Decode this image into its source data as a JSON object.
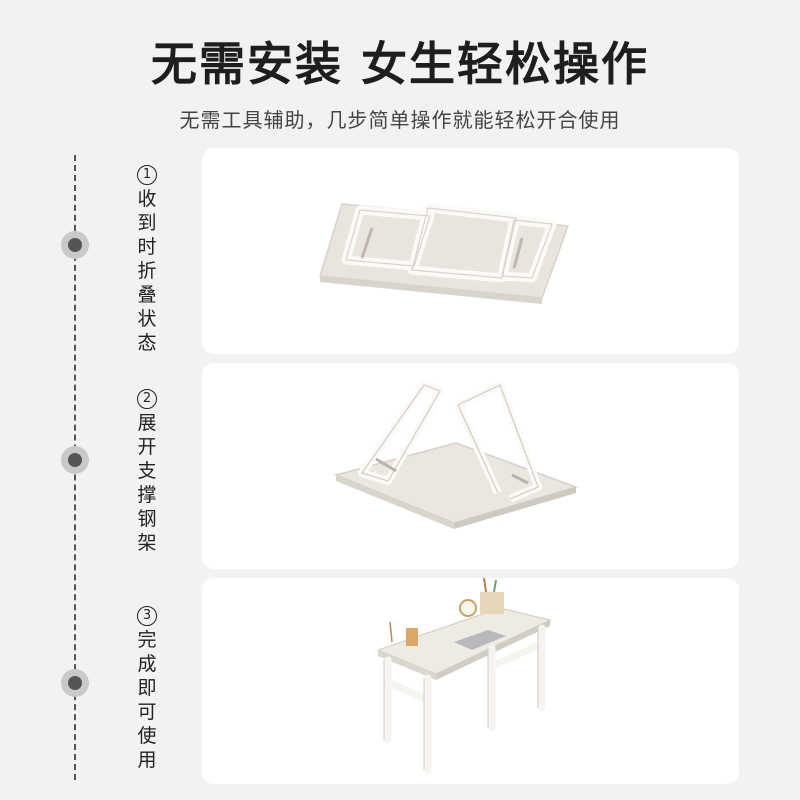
{
  "header": {
    "title": "无需安装 女生轻松操作",
    "subtitle": "无需工具辅助，几步简单操作就能轻松开合使用"
  },
  "steps": [
    {
      "number": "1",
      "text": "收到时折叠状态",
      "illustration": "folded-table"
    },
    {
      "number": "2",
      "text": "展开支撑钢架",
      "illustration": "unfolding-table"
    },
    {
      "number": "3",
      "text": "完成即可使用",
      "illustration": "assembled-desk"
    }
  ],
  "colors": {
    "background": "#f3f2f1",
    "card": "#ffffff",
    "timeline": "#555555",
    "tabletop": "#eeeae4",
    "frame": "#f7f6f2"
  }
}
